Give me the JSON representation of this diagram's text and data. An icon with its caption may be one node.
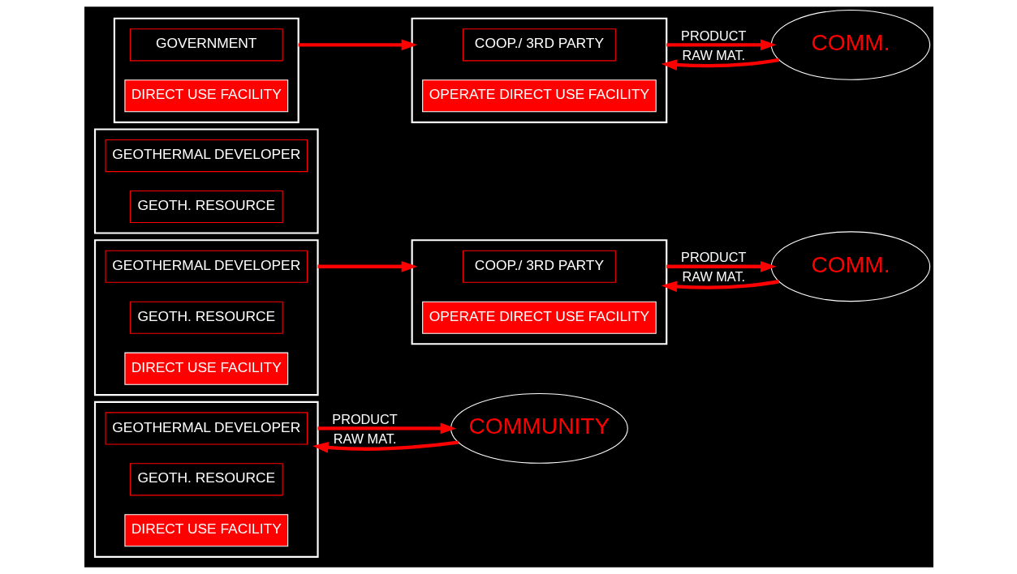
{
  "diagram": {
    "nodes": [
      {
        "text": [],
        "shape": "box"
      },
      {
        "text": [
          "GEOTHERMAL DEVELOPER"
        ],
        "in": 0
      },
      {
        "text": [
          "GEOTH. RESOURCE"
        ],
        "in": 0
      },
      {
        "text": [
          "DIRECT USE FACILITY"
        ],
        "in": 0
      },
      {
        "text": [
          "COMMUNITY"
        ]
      },
      {
        "text": [],
        "shape": "box"
      },
      {
        "text": [
          "GEOTHERMAL DEVELOPER"
        ],
        "in": 5
      },
      {
        "text": [
          "GEOTH. RESOURCE"
        ],
        "in": 5
      },
      {
        "text": [
          "DIRECT USE FACILITY"
        ],
        "in": 5
      },
      {
        "text": [],
        "shape": "box"
      },
      {
        "text": [
          "COOP./ 3RD PARTY"
        ],
        "in": 9
      },
      {
        "text": [
          "OPERATE DIRECT USE FACILITY"
        ],
        "in": 9
      },
      {
        "text": [
          "COMM."
        ]
      },
      {
        "text": [],
        "shape": "box"
      },
      {
        "text": [
          "GEOTHERMAL DEVELOPER"
        ],
        "in": 13
      },
      {
        "text": [
          "GEOTH. RESOURCE"
        ],
        "in": 13
      },
      {
        "text": [],
        "shape": "box"
      },
      {
        "text": [
          "GOVERNMENT"
        ],
        "in": 16
      },
      {
        "text": [
          "DIRECT USE FACILITY"
        ],
        "in": 16
      },
      {
        "text": [],
        "shape": "box"
      },
      {
        "text": [
          "COOP./ 3RD PARTY"
        ],
        "in": 19
      },
      {
        "text": [
          "OPERATE DIRECT USE FACILITY"
        ],
        "in": 19
      },
      {
        "text": [
          "COMM."
        ]
      }
    ],
    "edges": [
      {
        "from": 0,
        "to": 4,
        "arrow": "to",
        "label": "PRODUCT"
      },
      {
        "from": 4,
        "to": 0,
        "arrow": "to",
        "label": "RAW MAT."
      },
      {
        "from": 5,
        "to": 9,
        "arrow": "to"
      },
      {
        "from": 9,
        "to": 12,
        "arrow": "to",
        "label": "PRODUCT"
      },
      {
        "from": 12,
        "to": 9,
        "arrow": "to",
        "label": "RAW MAT."
      },
      {
        "from": 16,
        "to": 19,
        "arrow": "to"
      },
      {
        "from": 19,
        "to": 22,
        "arrow": "to",
        "label": "PRODUCT"
      },
      {
        "from": 22,
        "to": 19,
        "arrow": "to",
        "label": "RAW MAT."
      }
    ]
  }
}
